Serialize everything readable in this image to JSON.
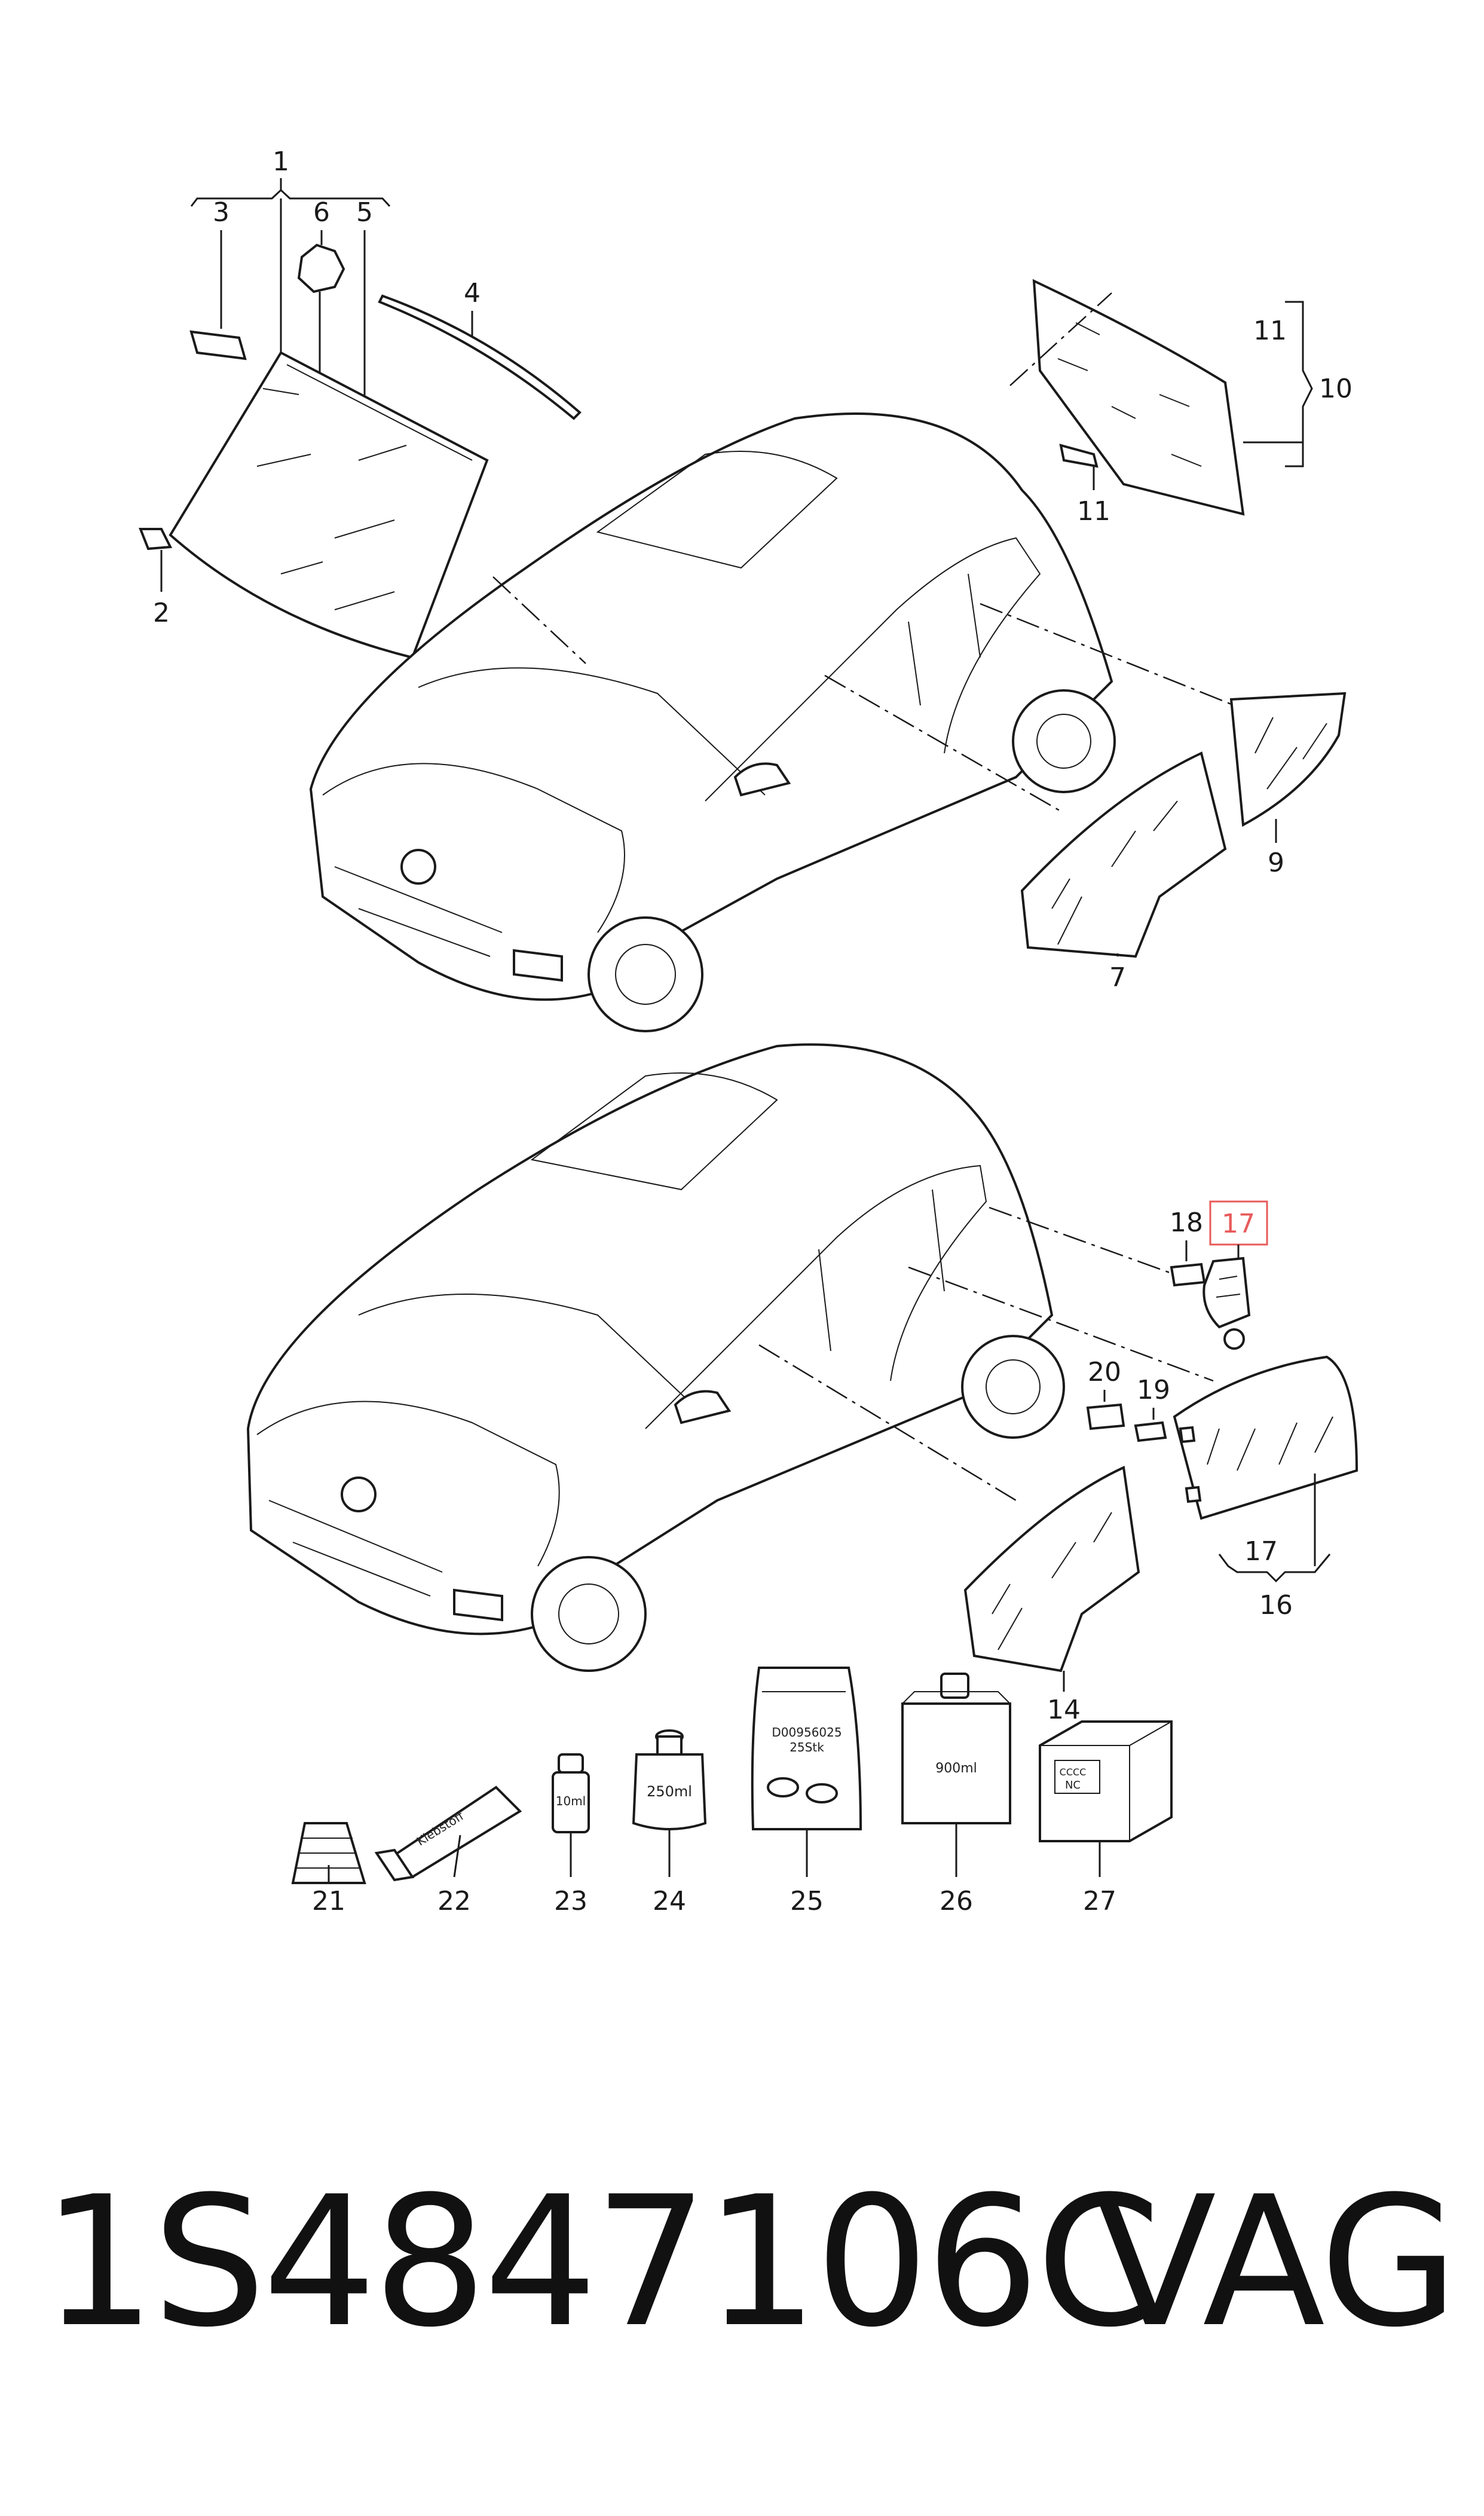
{
  "callouts": {
    "c1": "1",
    "c2": "2",
    "c3": "3",
    "c4": "4",
    "c5": "5",
    "c6": "6",
    "c7": "7",
    "c9": "9",
    "c10": "10",
    "c11a": "11",
    "c11b": "11",
    "c14": "14",
    "c16": "16",
    "c17_highlight": "17",
    "c17": "17",
    "c18": "18",
    "c19": "19",
    "c20": "20",
    "c21": "21",
    "c22": "22",
    "c23": "23",
    "c24": "24",
    "c25": "25",
    "c26": "26",
    "c27": "27"
  },
  "product_labels": {
    "tube": "Klebstoff",
    "small_bottle": "10ml",
    "can": "250ml",
    "bag_line1": "D00956025",
    "bag_line2": "25Stk",
    "bottle": "900ml",
    "box_line1": "CCCC",
    "box_line2": "NC"
  },
  "part_number": "1S4847106C",
  "brand": "VAG",
  "colors": {
    "line": "#1a1a1a",
    "highlight": "#e85a5a",
    "background": "#ffffff"
  }
}
